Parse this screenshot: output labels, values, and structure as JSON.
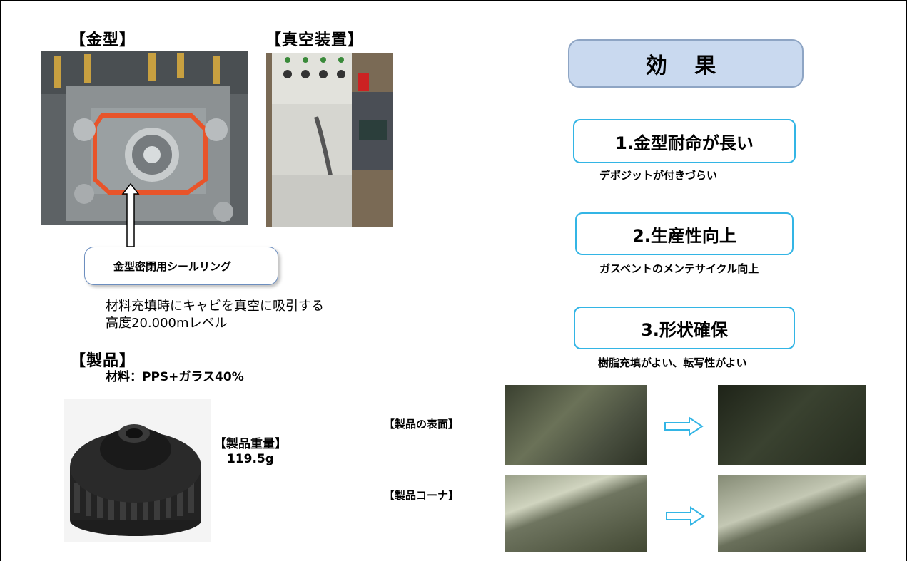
{
  "left": {
    "mold_heading": "【金型】",
    "vacuum_heading": "【真空装置】",
    "seal_ring_label": "金型密閉用シールリング",
    "vacuum_desc_line1": "材料充填時にキャビを真空に吸引する",
    "vacuum_desc_line2": "高度20.000mレベル",
    "product_heading": "【製品】",
    "material": "材料：PPS+ガラス40%",
    "weight_label": "【製品重量】",
    "weight_value": "119.5g"
  },
  "effects": {
    "title": "効 果",
    "items": [
      {
        "label": "1.金型耐命が長い",
        "desc": "デポジットが付きづらい"
      },
      {
        "label": "2.生産性向上",
        "desc": "ガスベントのメンテサイクル向上"
      },
      {
        "label": "3.形状確保",
        "desc": "樹脂充填がよい、転写性がよい"
      }
    ],
    "surface_label": "【製品の表面】",
    "corner_label": "【製品コーナ】"
  },
  "colors": {
    "accent": "#33b5e5",
    "title_fill": "#c9d9ef",
    "arrow": "#33b5e5",
    "seal_ring": "#e8542a"
  },
  "icons": [
    "up-arrow-icon",
    "right-arrow-icon"
  ]
}
